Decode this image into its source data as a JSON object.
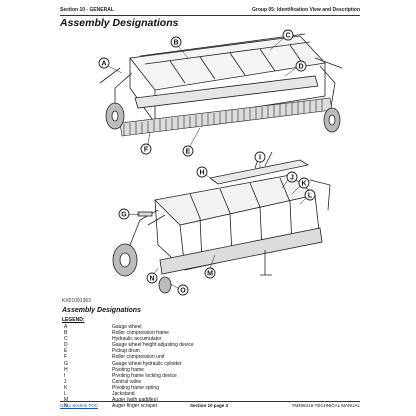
{
  "header": {
    "section": "Section 10 - GENERAL",
    "group": "Group 05: Identification View and Description"
  },
  "title": "Assembly Designations",
  "figure_id": "KX01091363",
  "sub_heading": "Assembly Designations",
  "legend_heading": "LEGEND:",
  "callouts_top": [
    "A",
    "B",
    "C",
    "D",
    "E",
    "F"
  ],
  "callouts_bottom": [
    "G",
    "H",
    "I",
    "J",
    "K",
    "L",
    "M",
    "N",
    "O"
  ],
  "legend": [
    {
      "key": "A",
      "text": "Gauge wheel"
    },
    {
      "key": "B",
      "text": "Roller compression frame"
    },
    {
      "key": "C",
      "text": "Hydraulic accumulator"
    },
    {
      "key": "D",
      "text": "Gauge wheel height adjusting device"
    },
    {
      "key": "E",
      "text": "Pickup drum"
    },
    {
      "key": "F",
      "text": "Roller compression unit"
    },
    {
      "key": "G",
      "text": "Gauge wheel hydraulic cylinder"
    },
    {
      "key": "H",
      "text": "Pivoting frame"
    },
    {
      "key": "I",
      "text": "Pivoting frame locking device"
    },
    {
      "key": "J",
      "text": "Central valve"
    },
    {
      "key": "K",
      "text": "Pivoting frame spring"
    },
    {
      "key": "L",
      "text": "Jackstand"
    },
    {
      "key": "M",
      "text": "Auger (with paddles)"
    },
    {
      "key": "N",
      "text": "Auger finger scraper"
    }
  ],
  "footer": {
    "link": "Go to Section TOC",
    "page": "Section 10 page 3",
    "manual": "TM406419-TECHNICAL MANUAL"
  }
}
